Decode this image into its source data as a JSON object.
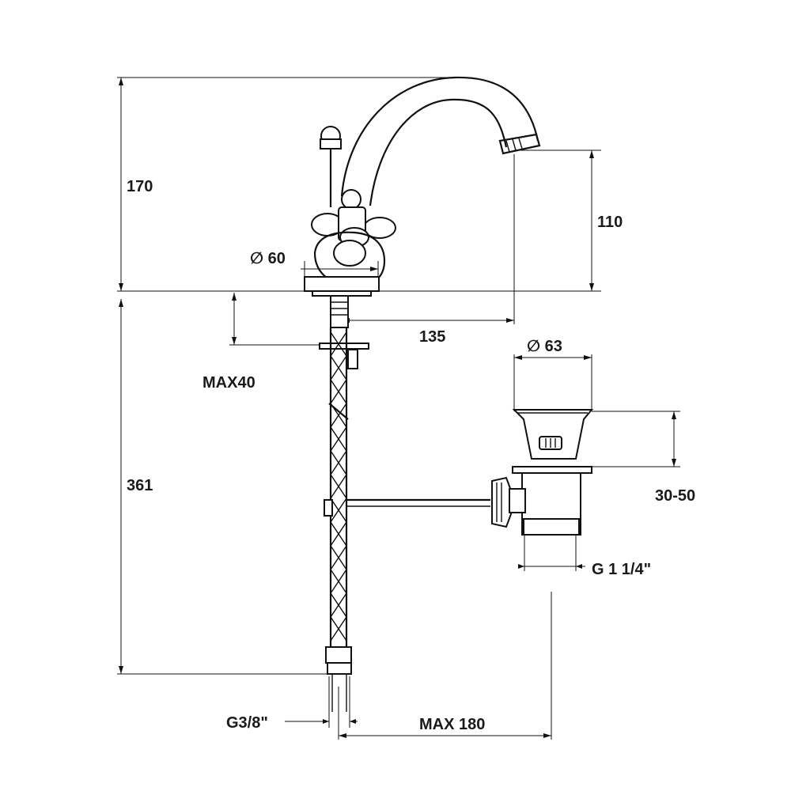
{
  "dimensions": {
    "height_upper": "170",
    "spout_height": "110",
    "base_diameter": "∅ 60",
    "spout_reach": "135",
    "max_thickness": "MAX40",
    "waste_diameter": "∅ 63",
    "waste_range": "30-50",
    "waste_thread": "G  1  1/4\"",
    "height_lower": "361",
    "inlet_thread": "G3/8\"",
    "max_reach": "MAX  180"
  }
}
